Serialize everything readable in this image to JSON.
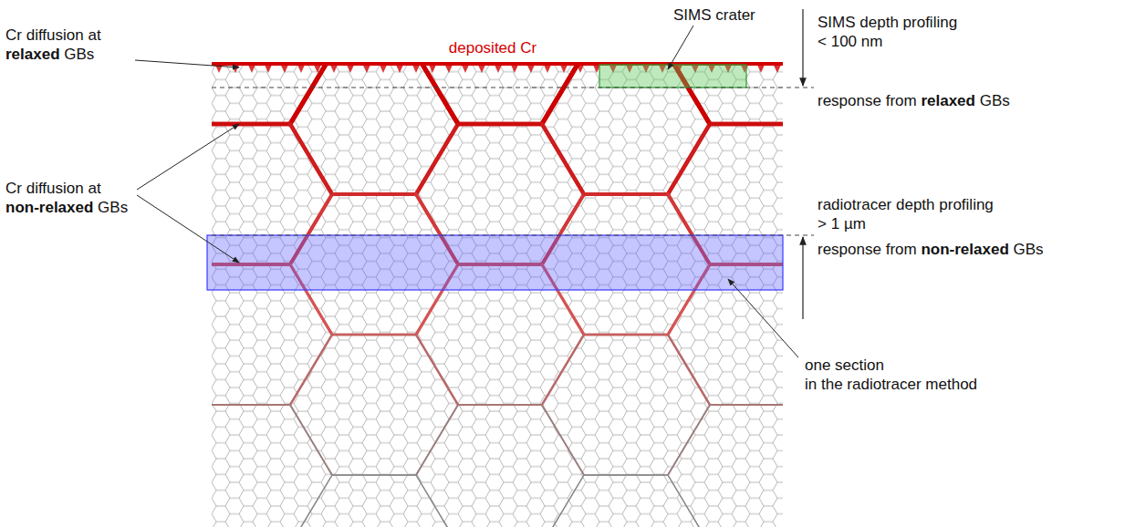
{
  "diagram": {
    "labels": [
      "deposited Cr",
      "SIMS crater",
      "Cr diffusion at relaxed GBs",
      "Cr diffusion at non-relaxed GBs",
      "SIMS depth profiling < 100 nm",
      "response from relaxed GBs",
      "radiotracer depth profiling > 1 µm",
      "response from non-relaxed GBs",
      "one section in the radiotracer method"
    ]
  }
}
